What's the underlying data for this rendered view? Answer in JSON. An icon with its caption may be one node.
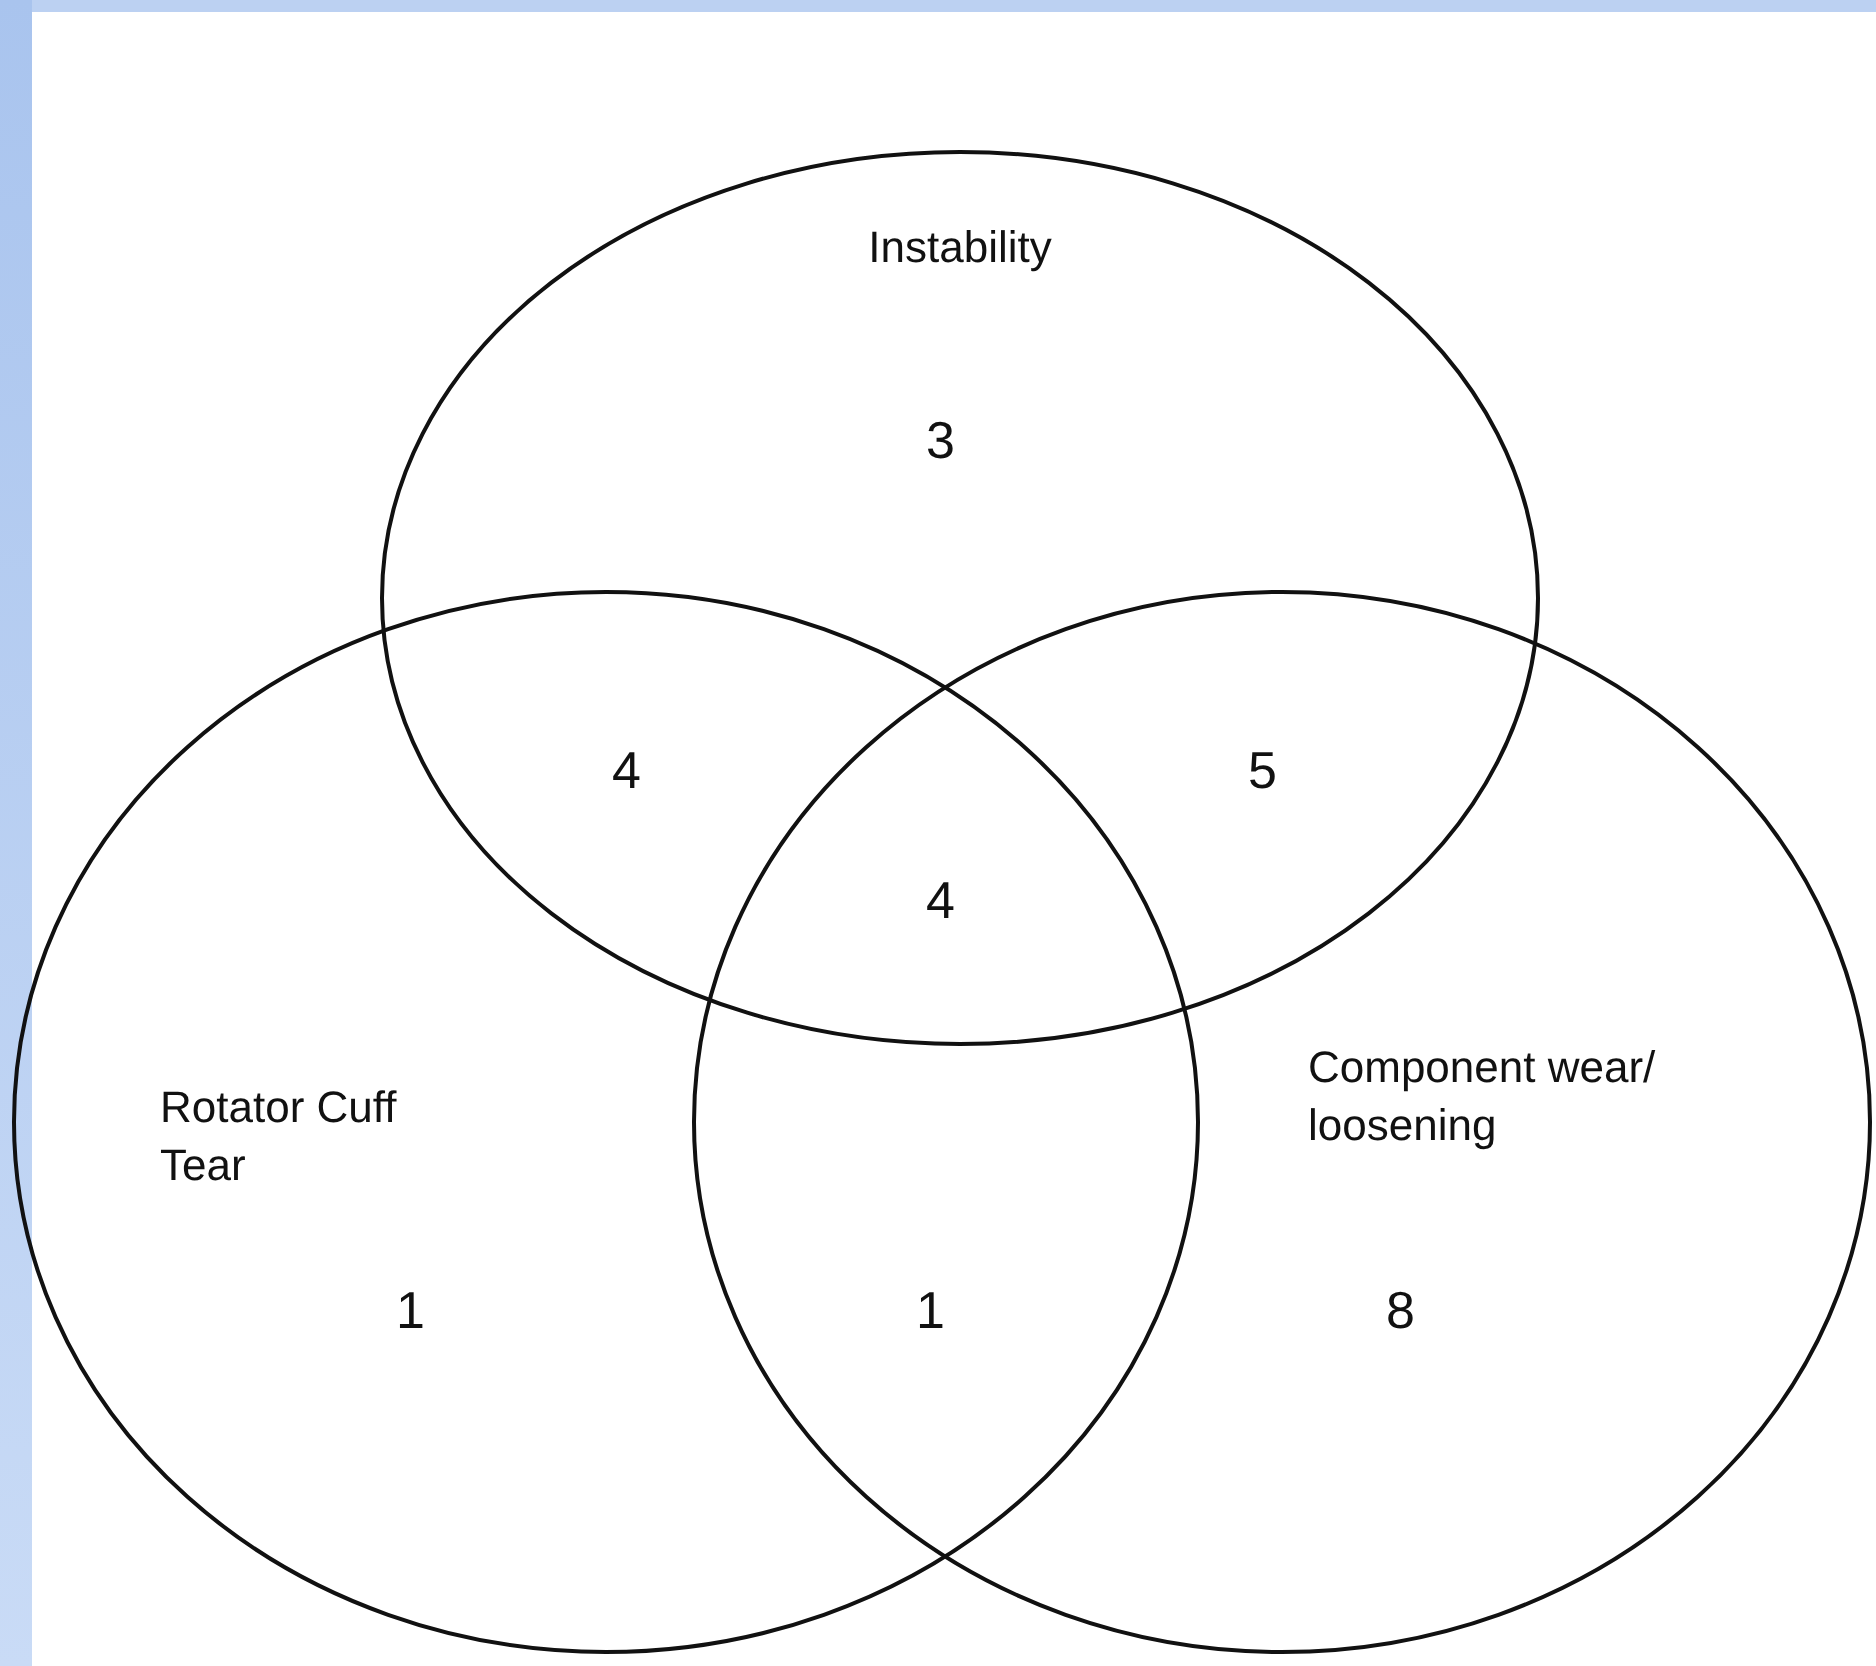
{
  "diagram": {
    "nodes": [
      {
        "text": [
          "Instability"
        ]
      },
      {
        "text": [
          "Rotator Cuff Tear"
        ]
      },
      {
        "text": [
          "Component wear/ loosening"
        ]
      }
    ],
    "edges": [],
    "labels": [
      "3",
      "4",
      "5",
      "4",
      "1",
      "1",
      "8"
    ]
  }
}
